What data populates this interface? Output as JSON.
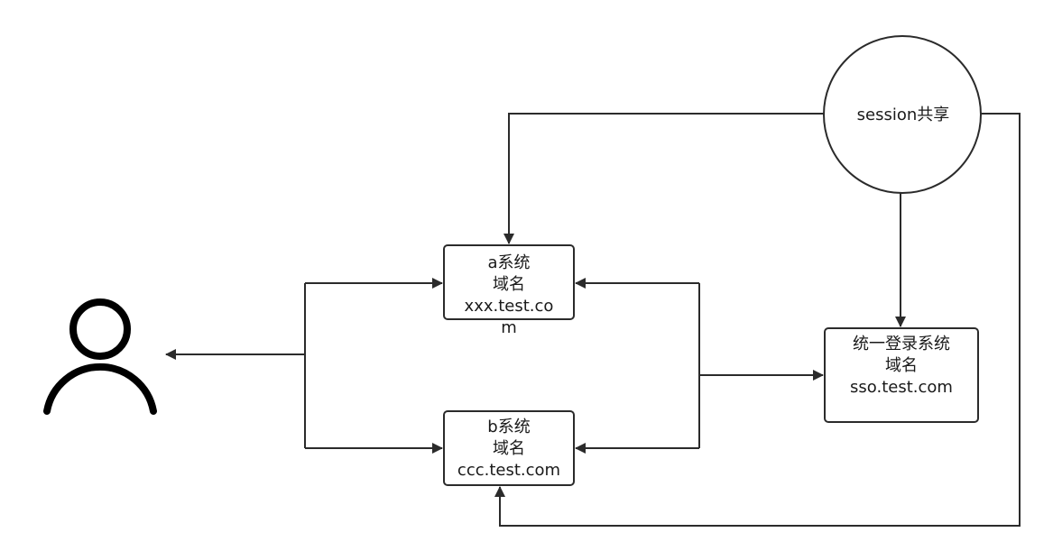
{
  "nodes": {
    "system_a": {
      "label": "a系统\n域名\nxxx.test.co\nm"
    },
    "system_b": {
      "label": "b系统\n域名\nccc.test.com"
    },
    "sso": {
      "label": "统一登录系统\n域名\nsso.test.com"
    },
    "session": {
      "label": "session共享"
    }
  },
  "colors": {
    "stroke": "#2b2b2b",
    "text": "#1a1a1a",
    "background": "#ffffff"
  },
  "icons": {
    "user": "user-icon"
  }
}
